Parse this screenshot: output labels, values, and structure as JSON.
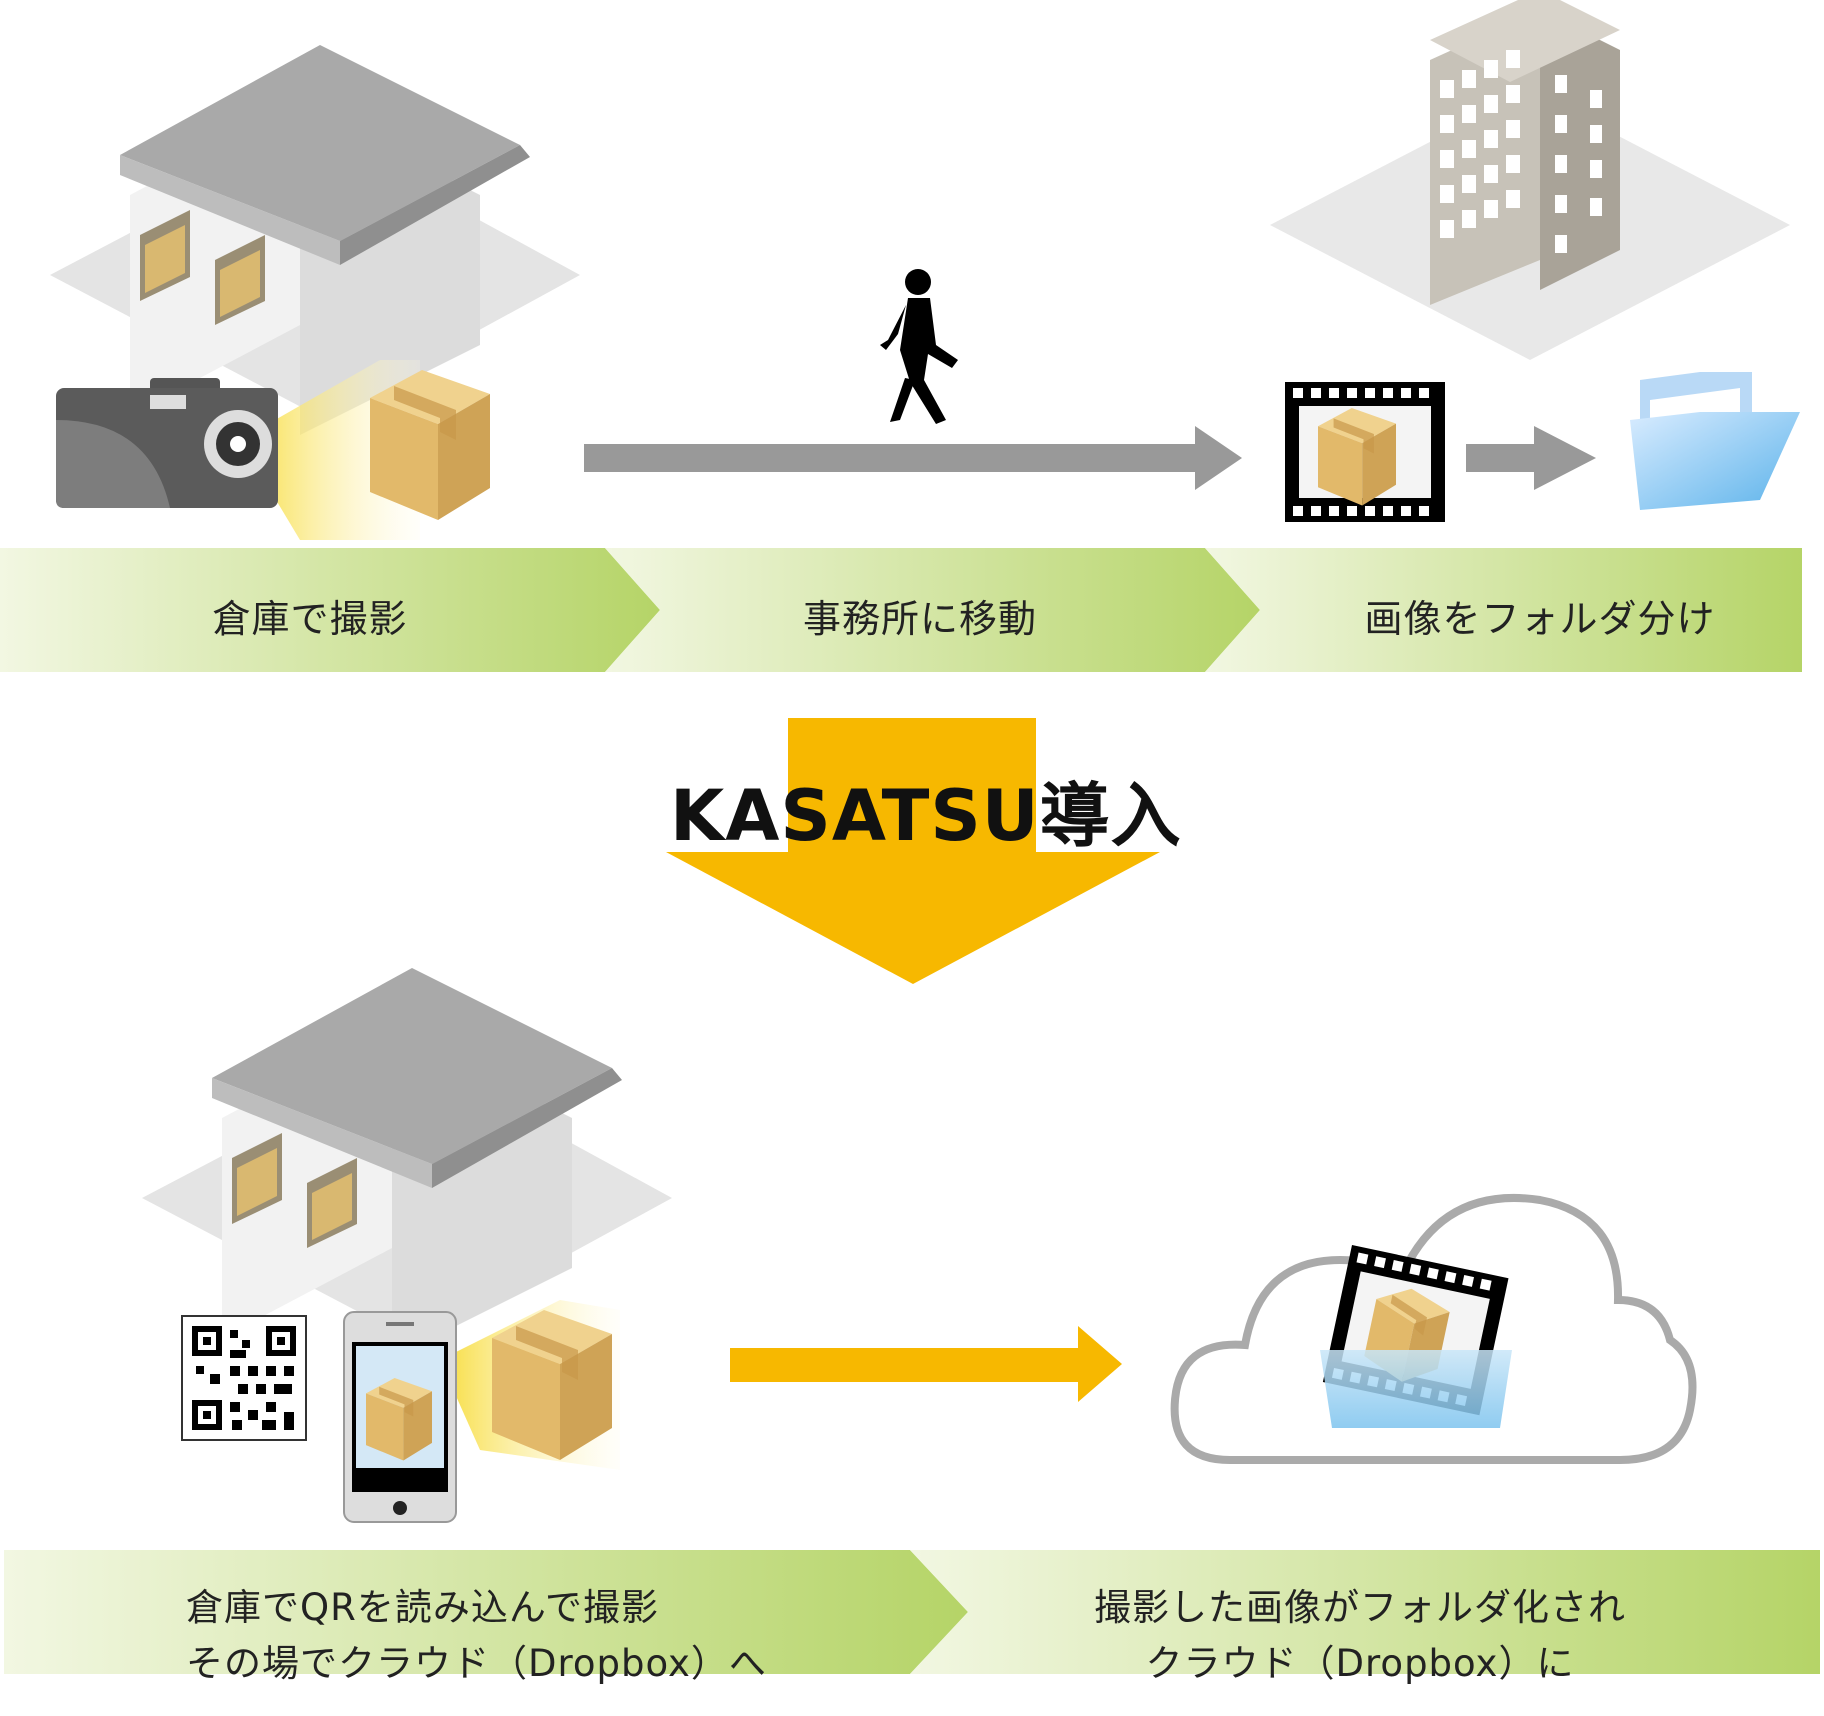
{
  "before": {
    "steps": [
      {
        "label": "倉庫で撮影"
      },
      {
        "label": "事務所に移動"
      },
      {
        "label": "画像をフォルダ分け"
      }
    ]
  },
  "transition": {
    "title": "KASATSU導入"
  },
  "after": {
    "steps": [
      {
        "line1": "倉庫でQRを読み込んで撮影",
        "line2": "その場でクラウド（Dropbox）へ"
      },
      {
        "line1": "撮影した画像がフォルダ化され",
        "line2": "クラウド（Dropbox）に"
      }
    ]
  },
  "colors": {
    "band_start": "#eef5da",
    "band_end": "#b7d66c",
    "accent_yellow": "#f7b800",
    "arrow_gray": "#999999"
  }
}
